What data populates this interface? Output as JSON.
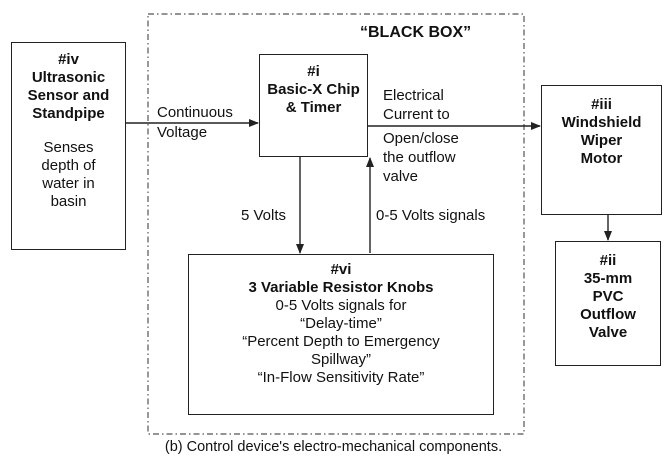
{
  "black_box_title": "“BLACK BOX”",
  "sensor": {
    "id": "#iv",
    "name_line1": "Ultrasonic",
    "name_line2": "Sensor and",
    "name_line3": "Standpipe",
    "desc_line1": "Senses",
    "desc_line2": "depth of",
    "desc_line3": "water in",
    "desc_line4": "basin"
  },
  "chip": {
    "id": "#i",
    "name_line1": "Basic-X Chip",
    "name_line2": "& Timer"
  },
  "motor": {
    "id": "#iii",
    "name_line1": "Windshield",
    "name_line2": "Wiper",
    "name_line3": "Motor"
  },
  "valve": {
    "id": "#ii",
    "name_line1": "35-mm",
    "name_line2": "PVC",
    "name_line3": "Outflow",
    "name_line4": "Valve"
  },
  "knobs": {
    "id": "#vi",
    "name": "3 Variable Resistor Knobs",
    "line1": "0-5 Volts signals for",
    "line2": "“Delay-time”",
    "line3": "“Percent Depth to Emergency",
    "line4": "Spillway”",
    "line5": "“In-Flow Sensitivity Rate”"
  },
  "labels": {
    "continuous_1": "Continuous",
    "continuous_2": "Voltage",
    "electrical_1": "Electrical",
    "electrical_2": "Current to",
    "electrical_3": "Open/close",
    "electrical_4": "the outflow",
    "electrical_5": "valve",
    "five_volts": "5 Volts",
    "signals": "0-5 Volts signals"
  },
  "caption": "(b) Control device's electro-mechanical components."
}
